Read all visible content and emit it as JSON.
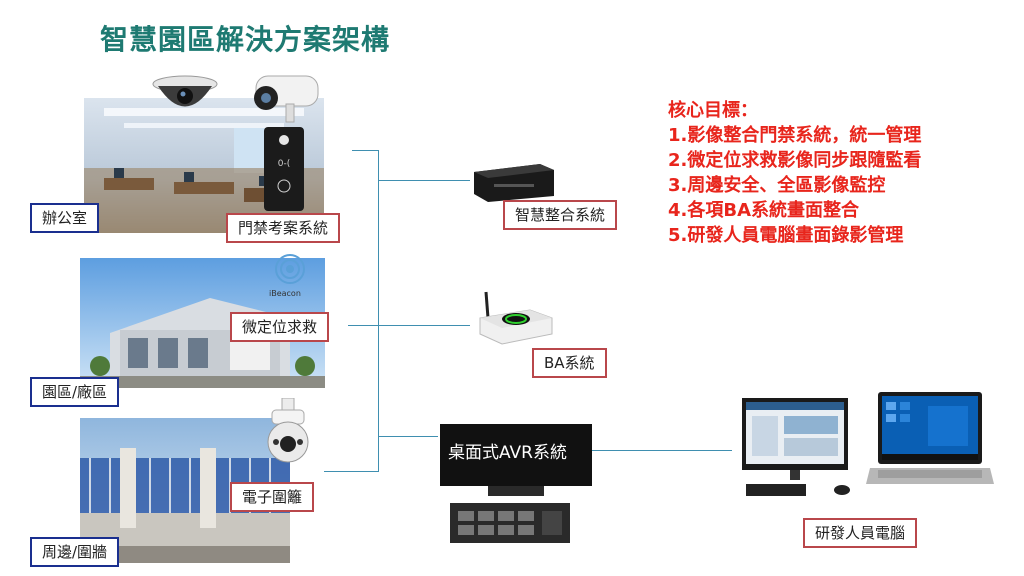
{
  "title": "智慧園區解決方案架構",
  "goals": {
    "heading": "核心目標：",
    "items": [
      "1.影像整合門禁系統，統一管理",
      "2.微定位求救影像同步跟隨監看",
      "3.周邊安全、全區影像監控",
      "4.各項BA系統畫面整合",
      "5.研發人員電腦畫面錄影管理"
    ]
  },
  "sites": {
    "office": "辦公室",
    "campus": "園區/廠區",
    "perimeter": "周邊/圍牆"
  },
  "devices": {
    "access": "門禁考案系統",
    "locate": "微定位求救",
    "fence": "電子圍籬",
    "ibeacon": "iBeacon"
  },
  "systems": {
    "smart": "智慧整合系統",
    "ba": "BA系統",
    "avr": "桌面式AVR系統",
    "pcs": "研發人員電腦"
  },
  "colors": {
    "title": "#1e7a72",
    "goals": "#e8251c",
    "line": "#3f8fb0",
    "red_border": "#b9474b",
    "blue_border": "#1a2f8f"
  }
}
